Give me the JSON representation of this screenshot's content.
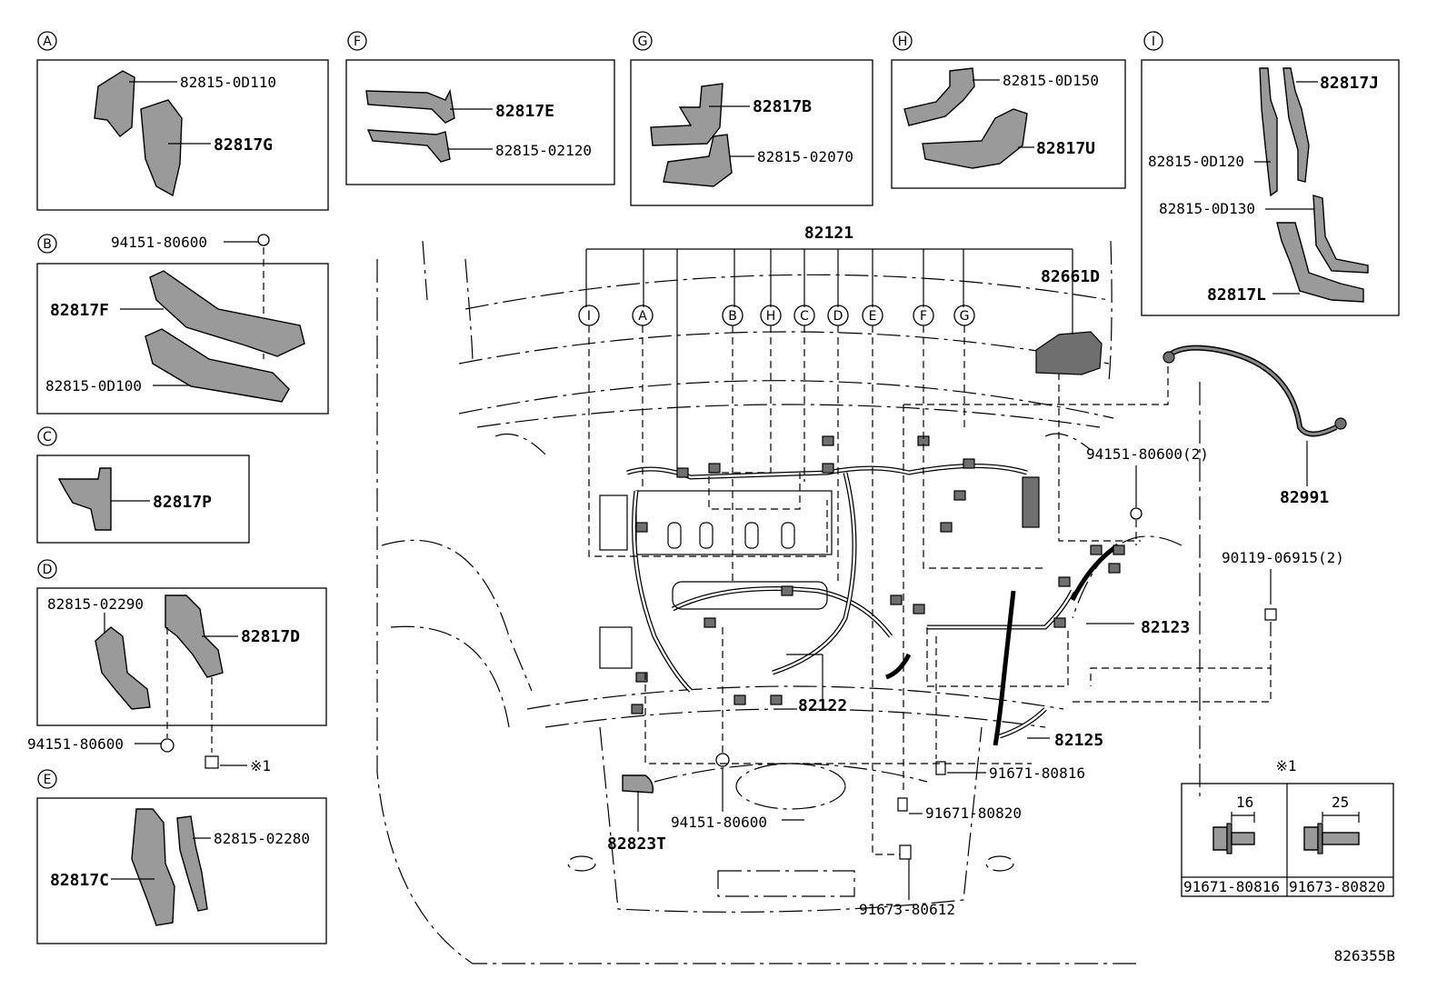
{
  "sections": [
    {
      "letter": "A",
      "parts": [
        "82815-0D110",
        "82817G"
      ]
    },
    {
      "letter": "B",
      "parts": [
        "94151-80600",
        "82817F",
        "82815-0D100"
      ]
    },
    {
      "letter": "C",
      "parts": [
        "82817P"
      ]
    },
    {
      "letter": "D",
      "parts": [
        "82815-02290",
        "82817D",
        "94151-80600",
        "※1"
      ]
    },
    {
      "letter": "E",
      "parts": [
        "82815-02280",
        "82817C"
      ]
    },
    {
      "letter": "F",
      "parts": [
        "82817E",
        "82815-02120"
      ]
    },
    {
      "letter": "G",
      "parts": [
        "82817B",
        "82815-02070"
      ]
    },
    {
      "letter": "H",
      "parts": [
        "82815-0D150",
        "82817U"
      ]
    },
    {
      "letter": "I",
      "parts": [
        "82817J",
        "82815-0D120",
        "82815-0D130",
        "82817L"
      ]
    }
  ],
  "main": {
    "harness": "82121",
    "callouts": [
      "I",
      "A",
      "B",
      "H",
      "C",
      "D",
      "E",
      "F",
      "G"
    ],
    "parts": [
      "82661D",
      "94151-80600(2)",
      "82991",
      "90119-06915(2)",
      "82123",
      "82122",
      "82125",
      "91671-80816",
      "91671-80820",
      "94151-80600",
      "82823T",
      "91673-80612"
    ]
  },
  "legend": {
    "title": "※1",
    "bolts": [
      {
        "dim": "16",
        "part": "91671-80816"
      },
      {
        "dim": "25",
        "part": "91673-80820"
      }
    ]
  },
  "figure_id": "826355B"
}
